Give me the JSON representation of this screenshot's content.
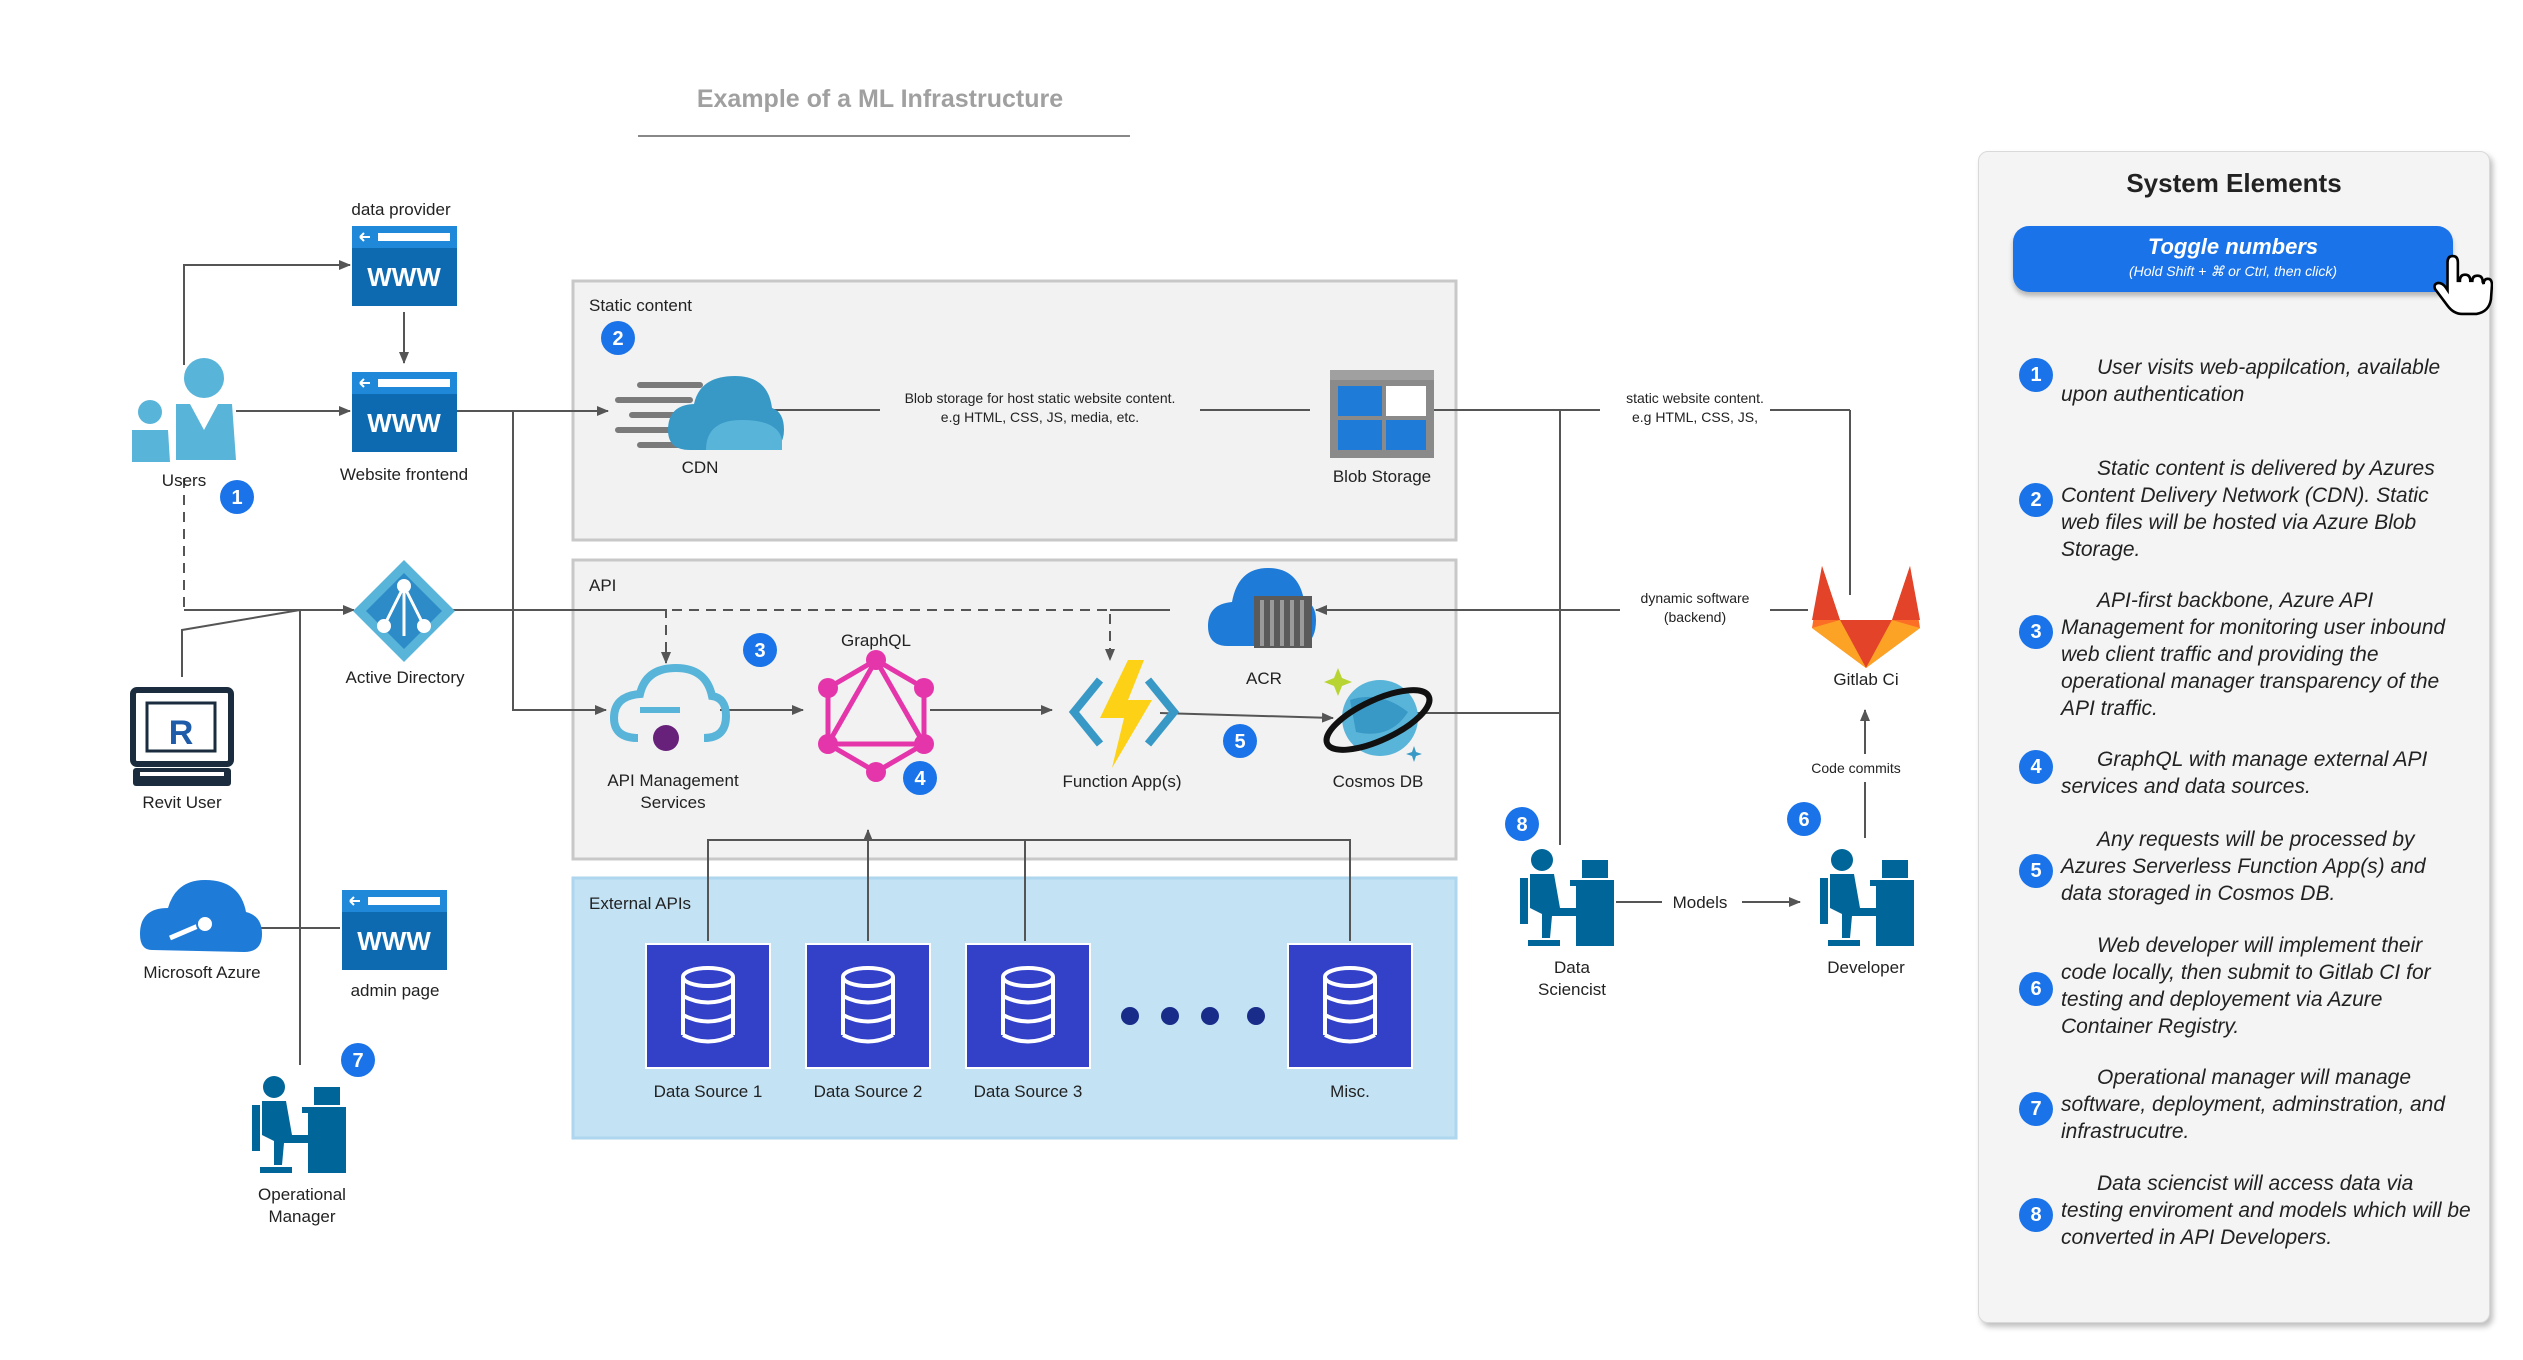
{
  "title": "Example of a ML Infrastructure",
  "nodes": {
    "data_provider": "data provider",
    "website_frontend": "Website frontend",
    "users": "Users",
    "active_directory": "Active Directory",
    "revit_user": "Revit User",
    "microsoft_azure": "Microsoft Azure",
    "admin_page": "admin page",
    "operational_manager_1": "Operational",
    "operational_manager_2": "Manager",
    "cdn": "CDN",
    "blob_storage": "Blob Storage",
    "graphql": "GraphQL",
    "api_mgmt_1": "API Management",
    "api_mgmt_2": "Services",
    "function_apps": "Function App(s)",
    "acr": "ACR",
    "cosmos_db": "Cosmos DB",
    "gitlab_ci": "Gitlab Ci",
    "data_scientist_1": "Data",
    "data_scientist_2": "Sciencist",
    "developer": "Developer",
    "data_source_1": "Data Source 1",
    "data_source_2": "Data Source 2",
    "data_source_3": "Data Source 3",
    "misc": "Misc."
  },
  "groups": {
    "static_content": "Static content",
    "api": "API",
    "external_apis": "External APIs"
  },
  "edge_labels": {
    "blob_note_1": "Blob storage for host static website content.",
    "blob_note_2": "e.g HTML, CSS, JS, media, etc.",
    "static_note_1": "static website content.",
    "static_note_2": "e.g HTML, CSS, JS,",
    "dynamic_1": "dynamic software",
    "dynamic_2": "(backend)",
    "code_commits": "Code commits",
    "models": "Models"
  },
  "badges": [
    "1",
    "2",
    "3",
    "4",
    "5",
    "6",
    "7",
    "8"
  ],
  "www_label": "WWW",
  "revit_letter": "R",
  "panel": {
    "title": "System Elements",
    "toggle_label": "Toggle numbers",
    "toggle_hint": "(Hold Shift + ⌘ or Ctrl, then click)",
    "steps": [
      {
        "num": "1",
        "text": "User visits  web-appilcation, available upon authentication"
      },
      {
        "num": "2",
        "text": "Static content is delivered by Azures Content Delivery Network (CDN). Static web files will be hosted via Azure Blob Storage."
      },
      {
        "num": "3",
        "text": "API-first backbone, Azure API Management for monitoring user inbound web client traffic and providing the operational manager transparency of the API traffic."
      },
      {
        "num": "4",
        "text": "GraphQL with manage external API services and data sources."
      },
      {
        "num": "5",
        "text": "Any requests will be processed by Azures Serverless Function App(s) and data storaged in Cosmos DB."
      },
      {
        "num": "6",
        "text": "Web developer will implement their code locally, then submit to Gitlab CI for testing and deployement via Azure Container Registry."
      },
      {
        "num": "7",
        "text": "Operational  manager will manage software, deployment, adminstration, and infrastrucutre."
      },
      {
        "num": "8",
        "text": "Data sciencist will access data via testing enviroment and models which will be converted in API Developers."
      }
    ]
  },
  "colors": {
    "badge": "#1a73e8",
    "azure_blue": "#3999c6",
    "graphql_pink": "#e535ab",
    "datasource_indigo": "#3340c8",
    "external_bg": "#c3e3f5",
    "group_bg": "#f2f2f2",
    "person_blue": "#006699"
  },
  "icons": [
    "www-icon",
    "users-icon",
    "active-directory-icon",
    "revit-icon",
    "azure-cloud-icon",
    "person-at-desk-icon",
    "cdn-cloud-icon",
    "blob-storage-icon",
    "graphql-icon",
    "api-management-icon",
    "function-app-icon",
    "acr-icon",
    "cosmos-db-icon",
    "gitlab-icon",
    "database-icon",
    "ellipsis-dots-icon",
    "hand-pointer-icon"
  ]
}
